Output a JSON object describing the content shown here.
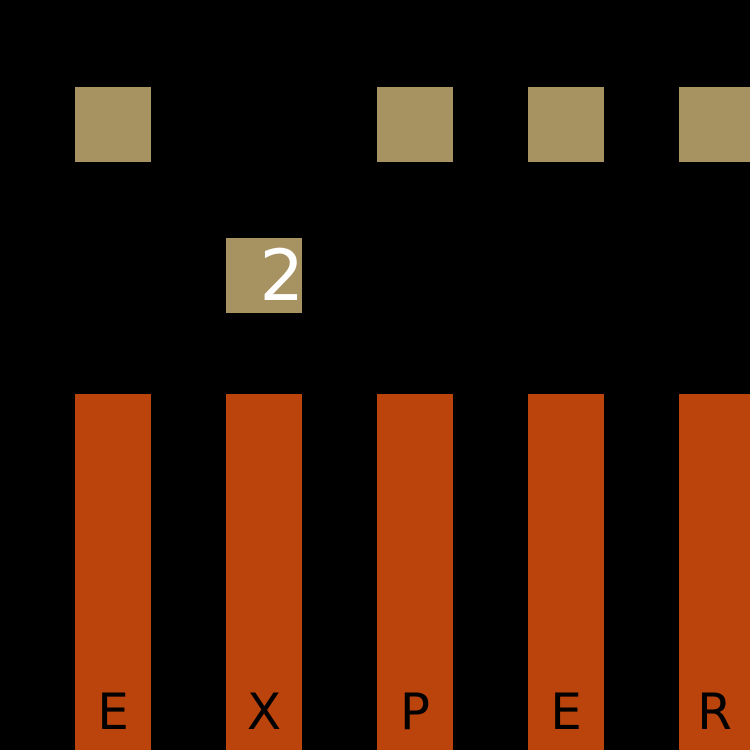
{
  "colors": {
    "background": "#000000",
    "tile": "#A69361",
    "column": "#BB440C",
    "column_letter": "#000000",
    "tile_text": "#FFFFFF"
  },
  "tiles_row_top": [
    {
      "slot": 1,
      "label": ""
    },
    {
      "slot": 3,
      "label": ""
    },
    {
      "slot": 4,
      "label": ""
    },
    {
      "slot": 5,
      "label": ""
    }
  ],
  "tile_row_middle": {
    "slot": 2,
    "label": "2"
  },
  "columns": [
    {
      "letter": "E"
    },
    {
      "letter": "X"
    },
    {
      "letter": "P"
    },
    {
      "letter": "E"
    },
    {
      "letter": "R"
    }
  ]
}
